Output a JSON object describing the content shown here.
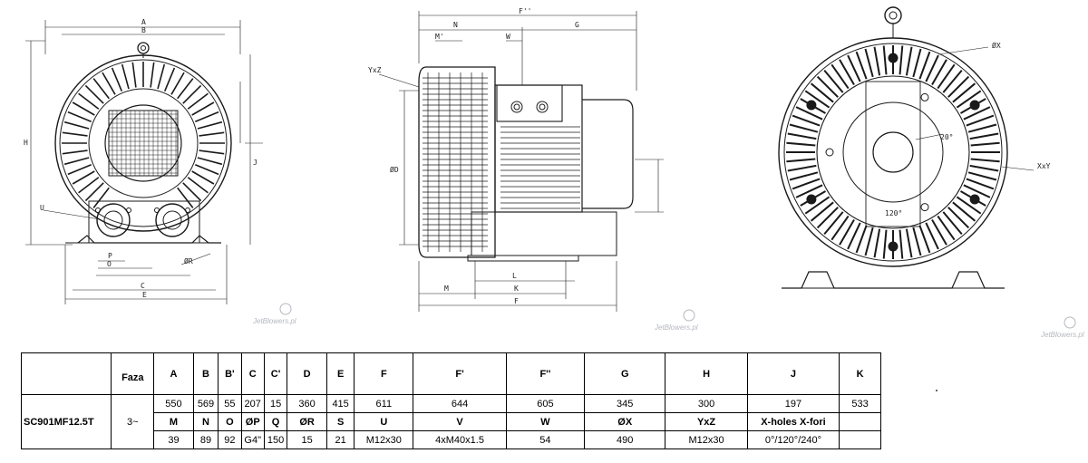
{
  "drawing_labels": {
    "front": {
      "A": "A",
      "B": "B",
      "E": "E",
      "C": "C",
      "P": "P",
      "O": "O",
      "U": "U",
      "R": "ØR",
      "H": "H",
      "J": "J"
    },
    "side": {
      "F2": "F''",
      "N": "N",
      "M2": "M'",
      "W": "W",
      "G": "G",
      "YxZ": "YxZ",
      "D": "ØD",
      "M": "M",
      "K": "K",
      "F": "F",
      "L": "L"
    },
    "back": {
      "X": "ØX",
      "XxY": "XxY",
      "a20": "20°",
      "a120": "120°"
    }
  },
  "watermarks": [
    "JetBlowers.pl",
    "JetBlowers.pl",
    "JetBlowers.pl"
  ],
  "table": {
    "header": [
      "",
      "Faza",
      "A",
      "B",
      "B'",
      "C",
      "C'",
      "D",
      "E",
      "F",
      "F'",
      "F''",
      "G",
      "H",
      "J",
      "K"
    ],
    "model": "SC901MF12.5T",
    "phase": "3~",
    "row1": [
      "550",
      "569",
      "55",
      "207",
      "15",
      "360",
      "415",
      "611",
      "644",
      "605",
      "345",
      "300",
      "197",
      "533"
    ],
    "row2": [
      "M",
      "N",
      "O",
      "ØP",
      "Q",
      "ØR",
      "S",
      "U",
      "V",
      "W",
      "ØX",
      "YxZ",
      "X-holes X-fori",
      ""
    ],
    "row3": [
      "39",
      "89",
      "92",
      "G4\"",
      "150",
      "15",
      "21",
      "M12x30",
      "4xM40x1.5",
      "54",
      "490",
      "M12x30",
      "0°/120°/240°",
      ""
    ]
  }
}
